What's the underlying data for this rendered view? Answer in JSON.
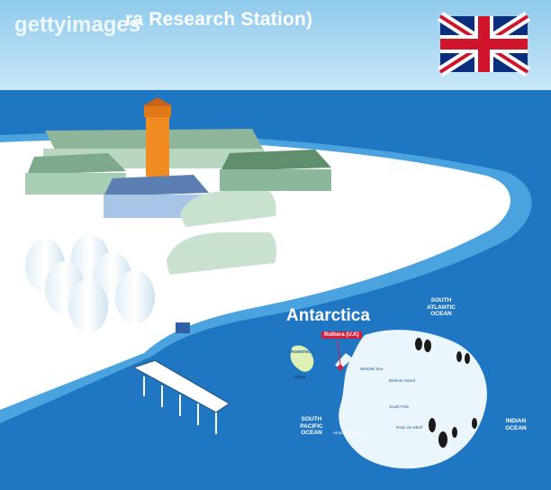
{
  "title_suffix": "ra Research Station)",
  "watermark": "gettyimages",
  "map": {
    "heading": "Antarctica",
    "rothera_label": "Rothera (U.K)",
    "argentina": "ARGENTINA",
    "chile": "CHILE",
    "south_atlantic": "SOUTH ATLANTIC OCEAN",
    "south_pacific": "SOUTH PACIFIC OCEAN",
    "indian": "INDIAN OCEAN",
    "weddell": "Weddell Sea",
    "berkner": "Berkner Island",
    "south_pole": "South Pole",
    "ross": "Ross Ice Shelf",
    "amundsen": "Amundsen Sea"
  },
  "colors": {
    "sea": "#1f76c2",
    "sky": "#a9d6f0",
    "snow": "#ffffff",
    "tower": "#f08c22",
    "flag_blue": "#0b2d7e",
    "flag_red": "#cf142b"
  }
}
